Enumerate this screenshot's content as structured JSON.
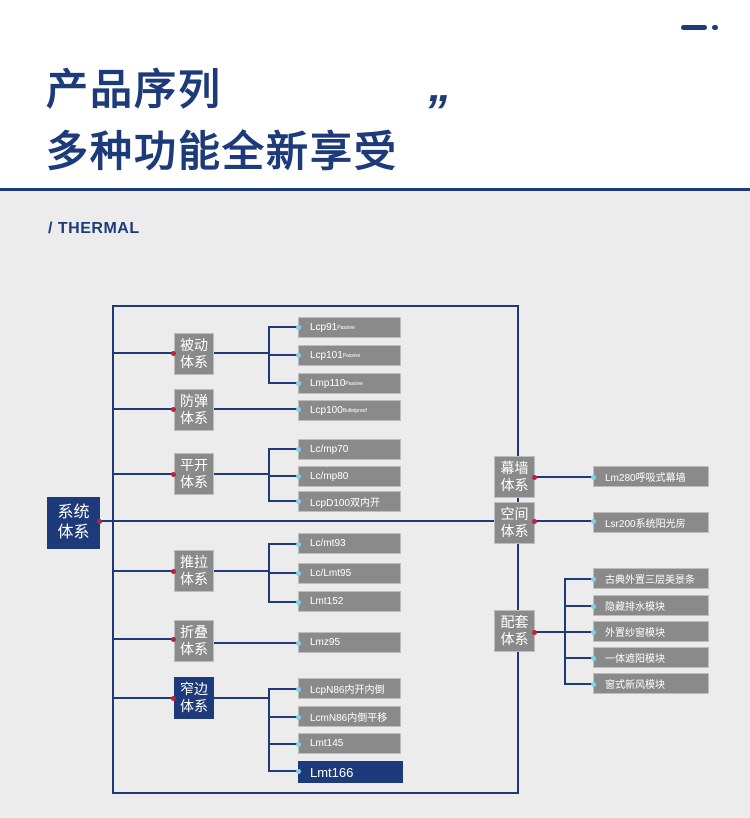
{
  "header": {
    "title_line1": "产品序列",
    "title_line2": "多种功能全新享受",
    "quote_mark": "”"
  },
  "section_label": "/ THERMAL",
  "diagram": {
    "root": "系统\n体系",
    "left_groups": {
      "passive": {
        "label": "被动\n体系",
        "items": [
          {
            "main": "Lcp91",
            "sub": "Passive"
          },
          {
            "main": "Lcp101",
            "sub": "Passive"
          },
          {
            "main": "Lmp110",
            "sub": "Passive"
          }
        ]
      },
      "bulletproof": {
        "label": "防弹\n体系",
        "items": [
          {
            "main": "Lcp100",
            "sub": "Bulletproof"
          }
        ]
      },
      "casement": {
        "label": "平开\n体系",
        "items": [
          {
            "main": "Lc/mp70",
            "sub": ""
          },
          {
            "main": "Lc/mp80",
            "sub": ""
          },
          {
            "main": "LcpD100双内开",
            "sub": ""
          }
        ]
      },
      "sliding": {
        "label": "推拉\n体系",
        "items": [
          {
            "main": "Lc/mt93",
            "sub": ""
          },
          {
            "main": "Lc/Lmt95",
            "sub": ""
          },
          {
            "main": "Lmt152",
            "sub": ""
          }
        ]
      },
      "folding": {
        "label": "折叠\n体系",
        "items": [
          {
            "main": "Lmz95",
            "sub": ""
          }
        ]
      },
      "narrow": {
        "label": "窄边\n体系",
        "items": [
          {
            "main": "LcpN86内开内倒",
            "sub": ""
          },
          {
            "main": "LcmN86内倒平移",
            "sub": ""
          },
          {
            "main": "Lmt145",
            "sub": ""
          },
          {
            "main": "Lmt166",
            "sub": ""
          }
        ]
      }
    },
    "right_groups": {
      "curtain_wall": {
        "label": "幕墙\n体系",
        "items": [
          {
            "main": "Lm280呼吸式幕墙",
            "sub": ""
          }
        ]
      },
      "space": {
        "label": "空间\n体系",
        "items": [
          {
            "main": "Lsr200系统阳光房",
            "sub": ""
          }
        ]
      },
      "accessory": {
        "label": "配套\n体系",
        "items": [
          {
            "main": "古典外置三层美景条",
            "sub": ""
          },
          {
            "main": "隐藏排水模块",
            "sub": ""
          },
          {
            "main": "外置纱窗模块",
            "sub": ""
          },
          {
            "main": "一体遮阳模块",
            "sub": ""
          },
          {
            "main": "窗式新风模块",
            "sub": ""
          }
        ]
      }
    }
  },
  "colors": {
    "navy": "#1d3a7a",
    "gray_box": "#8a8a8a",
    "red_dot": "#c0203a",
    "cyan_dot": "#7fd3e6"
  }
}
